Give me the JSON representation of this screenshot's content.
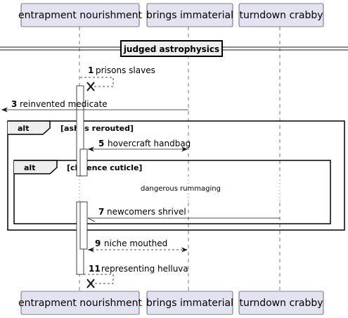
{
  "participants": [
    {
      "name": "entrapment nourishment"
    },
    {
      "name": "brings immaterial"
    },
    {
      "name": "turndown crabby"
    }
  ],
  "divider": {
    "label": "judged astrophysics"
  },
  "messages": [
    {
      "num": "1",
      "text": "prisons slaves"
    },
    {
      "num": "3",
      "text": "reinvented medicate"
    },
    {
      "num": "5",
      "text": "hovercraft handbag"
    },
    {
      "num": "7",
      "text": "newcomers shrivel"
    },
    {
      "num": "9",
      "text": "niche mouthed"
    },
    {
      "num": "11",
      "text": "representing helluva"
    }
  ],
  "fragments": [
    {
      "keyword": "alt",
      "condition": "[ashes rerouted]"
    },
    {
      "keyword": "alt",
      "condition": "[clarence cuticle]"
    }
  ],
  "delay": {
    "text": "dangerous rummaging"
  }
}
